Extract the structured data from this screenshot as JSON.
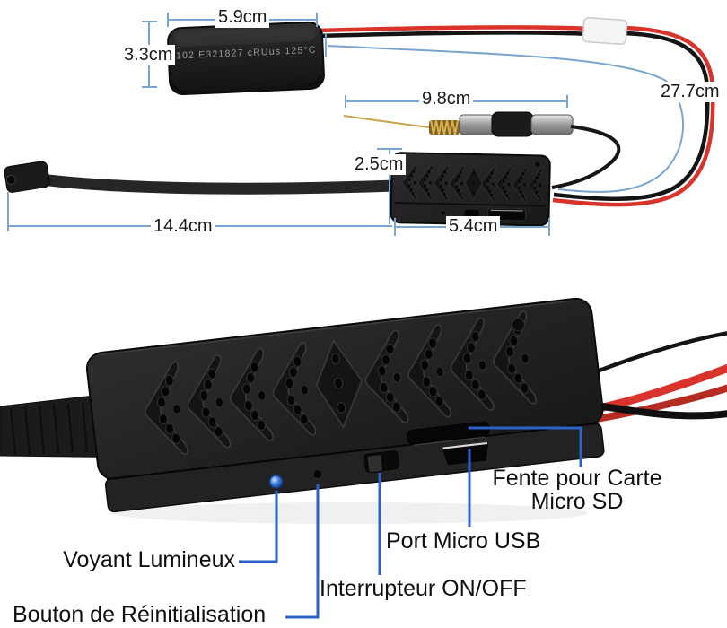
{
  "dimensions": {
    "battery_width": "5.9cm",
    "battery_height": "3.3cm",
    "antenna_length": "9.8cm",
    "power_cable_length": "27.7cm",
    "module_thickness": "2.5cm",
    "camera_ribbon_length": "14.4cm",
    "module_width": "5.4cm"
  },
  "battery": {
    "print": "102 E321827 cRUus 125°C"
  },
  "callouts": {
    "sd_slot_line1": "Fente pour Carte",
    "sd_slot_line2": "Micro SD",
    "usb_port": "Port Micro USB",
    "power_switch": "Interrupteur ON/OFF",
    "led": "Voyant Lumineux",
    "reset_button": "Bouton de Réinitialisation"
  },
  "colors": {
    "measure_line_blue": "#7aa5cf",
    "callout_line_blue": "#2e62c8",
    "wire_red": "#d8342c",
    "led_blue": "#3a7bd5",
    "device_black": "#1c1c1c"
  }
}
